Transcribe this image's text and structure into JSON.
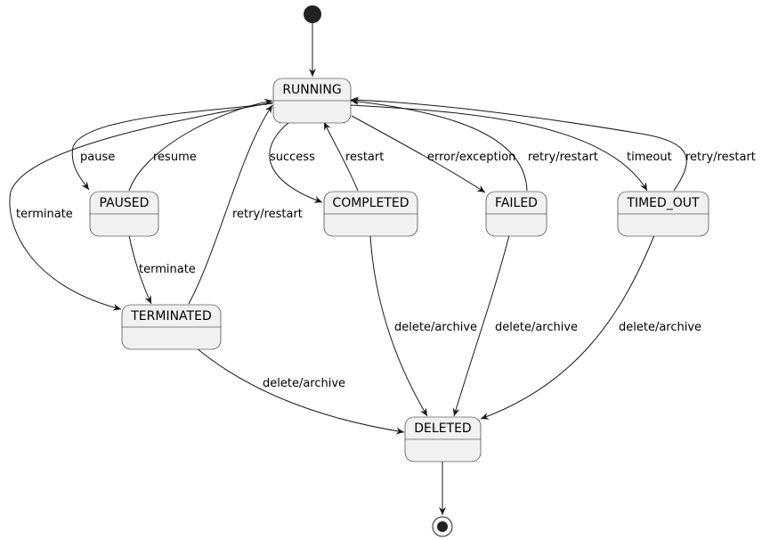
{
  "states": {
    "running": "RUNNING",
    "paused": "PAUSED",
    "terminated": "TERMINATED",
    "completed": "COMPLETED",
    "failed": "FAILED",
    "timed_out": "TIMED_OUT",
    "deleted": "DELETED"
  },
  "transitions": {
    "pause": "pause",
    "resume": "resume",
    "terminate_from_running": "terminate",
    "terminate_from_paused": "terminate",
    "retry_from_terminated": "retry/restart",
    "success": "success",
    "restart": "restart",
    "error": "error/exception",
    "retry_from_failed": "retry/restart",
    "timeout": "timeout",
    "retry_from_timed_out": "retry/restart",
    "delete_from_completed": "delete/archive",
    "delete_from_failed": "delete/archive",
    "delete_from_timed_out": "delete/archive",
    "delete_from_terminated": "delete/archive"
  },
  "colors": {
    "state_fill": "#f1f1f1",
    "stroke": "#181818"
  }
}
